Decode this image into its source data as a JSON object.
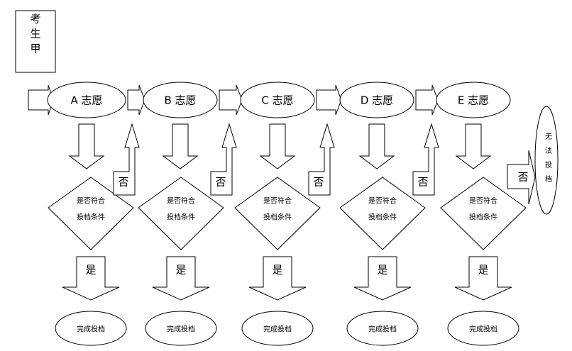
{
  "candidate": "考生甲",
  "choices": [
    {
      "label": "A 志愿",
      "question": [
        "是否符合",
        "投档条件"
      ],
      "yes": "是",
      "result": "完成投档",
      "no": "否"
    },
    {
      "label": "B 志愿",
      "question": [
        "是否符合",
        "投档条件"
      ],
      "yes": "是",
      "result": "完成投档",
      "no": "否"
    },
    {
      "label": "C 志愿",
      "question": [
        "是否符合",
        "投档条件"
      ],
      "yes": "是",
      "result": "完成投档",
      "no": "否"
    },
    {
      "label": "D 志愿",
      "question": [
        "是否符合",
        "投档条件"
      ],
      "yes": "是",
      "result": "完成投档",
      "no": "否"
    },
    {
      "label": "E 志愿",
      "question": [
        "是否符合",
        "投档条件"
      ],
      "yes": "是",
      "result": "完成投档",
      "no": "否"
    }
  ],
  "final": {
    "no": "否",
    "result": "无法投档"
  }
}
